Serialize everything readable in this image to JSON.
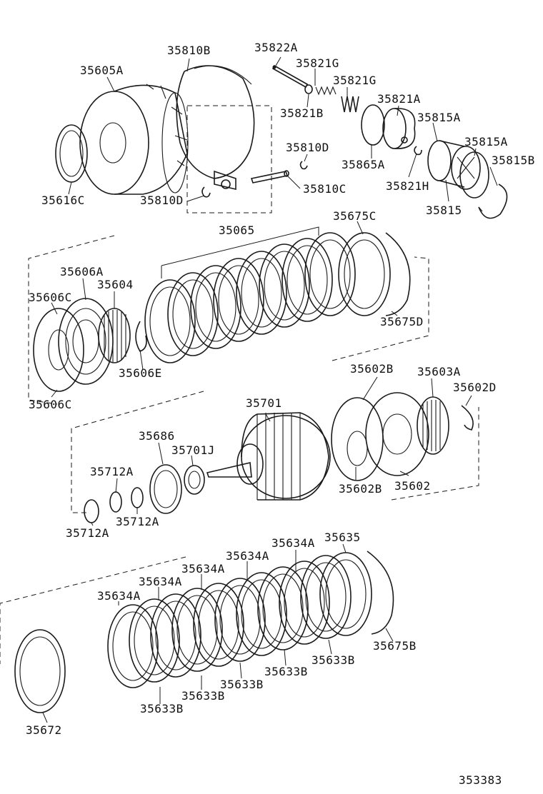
{
  "labels": {
    "p35605A": "35605A",
    "p35810B": "35810B",
    "p35822A": "35822A",
    "p35821G_1": "35821G",
    "p35821G_2": "35821G",
    "p35821A": "35821A",
    "p35815A_1": "35815A",
    "p35815A_2": "35815A",
    "p35815B": "35815B",
    "p35815": "35815",
    "p35821H": "35821H",
    "p35865A": "35865A",
    "p35821B": "35821B",
    "p35810D_1": "35810D",
    "p35810D_2": "35810D",
    "p35810C": "35810C",
    "p35616C": "35616C",
    "p35065": "35065",
    "p35675C": "35675C",
    "p35675D": "35675D",
    "p35606A": "35606A",
    "p35604": "35604",
    "p35606C_1": "35606C",
    "p35606C_2": "35606C",
    "p35606E": "35606E",
    "p35602B_1": "35602B",
    "p35602B_2": "35602B",
    "p35603A": "35603A",
    "p35602D": "35602D",
    "p35602": "35602",
    "p35701": "35701",
    "p35686": "35686",
    "p35701J": "35701J",
    "p35712A_1": "35712A",
    "p35712A_2": "35712A",
    "p35712A_3": "35712A",
    "p35635": "35635",
    "p35634A_1": "35634A",
    "p35634A_2": "35634A",
    "p35634A_3": "35634A",
    "p35634A_4": "35634A",
    "p35634A_5": "35634A",
    "p35633B_1": "35633B",
    "p35633B_2": "35633B",
    "p35633B_3": "35633B",
    "p35633B_4": "35633B",
    "p35633B_5": "35633B",
    "p35675B": "35675B",
    "p35672": "35672",
    "diagram_number": "353383"
  }
}
